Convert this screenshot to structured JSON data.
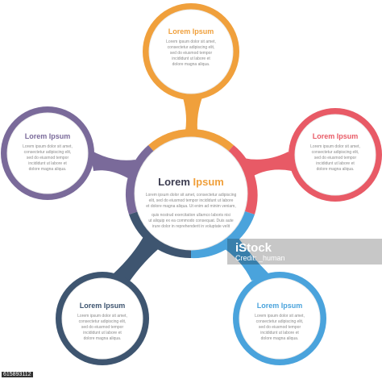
{
  "center": {
    "title_a": "Lorem",
    "title_b": "Ipsum",
    "lines": [
      "Lorem ipsum dolor sit amet, consectetur adipiscing",
      "elit, sed do eiusmod tempor incididunt ut labore",
      "et dolore magna aliqua. Ut enim ad minim veniam,",
      "quis nostrud exercitation ullamco laboris nisi",
      "ut aliquip ex ea commodo consequat. Duis aute",
      "irure dolor in reprehenderit in voluptate velit"
    ]
  },
  "nodes": [
    {
      "id": "top",
      "title": "Lorem Ipsum",
      "color": "#f0a03c",
      "lines": [
        "Lorem ipsum dolor sit amet,",
        "consectetur adipiscing elit,",
        "sed do eiusmod tempor",
        "incididunt ut labore et",
        "dolore magna aliqua."
      ]
    },
    {
      "id": "right",
      "title": "Lorem Ipsum",
      "color": "#e85a66",
      "lines": [
        "Lorem ipsum dolor sit amet,",
        "consectetur adipiscing elit,",
        "sed do eiusmod tempor",
        "incididunt ut labore et",
        "dolore magna aliqua."
      ]
    },
    {
      "id": "left",
      "title": "Lorem Ipsum",
      "color": "#7a6a9a",
      "lines": [
        "Lorem ipsum dolor sit amet,",
        "consectetur adipiscing elit,",
        "sed do eiusmod tempor",
        "incididunt ut labore et",
        "dolore magna aliqua."
      ]
    },
    {
      "id": "bottom-left",
      "title": "Lorem Ipsum",
      "color": "#3e5570",
      "lines": [
        "Lorem ipsum dolor sit amet,",
        "consectetur adipiscing elit,",
        "sed do eiusmod tempor",
        "incididunt ut labore et",
        "dolore magna aliqua."
      ]
    },
    {
      "id": "bottom-right",
      "title": "Lorem Ipsum",
      "color": "#4aa3dc",
      "lines": [
        "Lorem ipsum dolor sit amet,",
        "consectetur adipiscing elit,",
        "sed do eiusmod tempor",
        "incididunt ut labore et",
        "dolore magna aliqua."
      ]
    }
  ],
  "watermark": {
    "brand": "iStock",
    "credit_line": "Credit: _human"
  },
  "stock_id": "615893112"
}
